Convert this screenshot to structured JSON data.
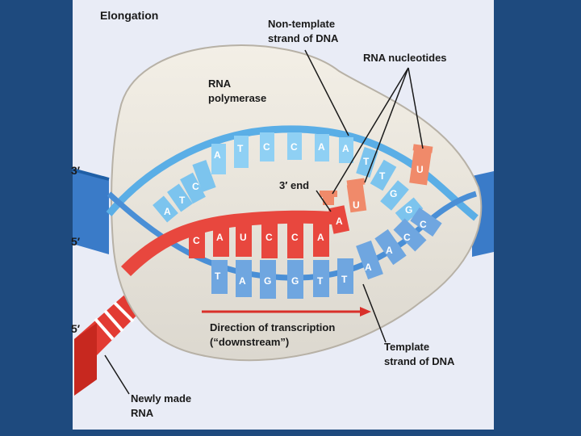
{
  "title": "Elongation",
  "labels": {
    "non_template_1": "Non-template",
    "non_template_2": "strand of DNA",
    "rna_nucleotides": "RNA nucleotides",
    "rna_polymerase_1": "RNA",
    "rna_polymerase_2": "polymerase",
    "three_prime_end": "3′ end",
    "direction_1": "Direction of transcription",
    "direction_2": "(“downstream”)",
    "template_1": "Template",
    "template_2": "strand of DNA",
    "newly_1": "Newly made",
    "newly_2": "RNA"
  },
  "strand_ends": {
    "top_3prime": "3′",
    "mid_5prime": "5′",
    "bottom_5prime": "5′"
  },
  "non_template_bases": [
    "A",
    "T",
    "C",
    "A",
    "T",
    "C",
    "C",
    "A",
    "A",
    "T",
    "T",
    "G",
    "G",
    "C"
  ],
  "rna_bases": [
    "C",
    "A",
    "U",
    "C",
    "C",
    "A",
    "A",
    "U",
    "U"
  ],
  "template_bases": [
    "T",
    "A",
    "G",
    "G",
    "T",
    "T",
    "A",
    "A",
    "C",
    "C"
  ],
  "colors": {
    "background": "#1e4a7e",
    "panel": "#e9ecf6",
    "dna_light": "#7cc4ee",
    "dna_dark": "#3f7fc8",
    "rna": "#e8473e",
    "rna_nucleotide": "#f08a6a",
    "arrow": "#d9302a"
  }
}
